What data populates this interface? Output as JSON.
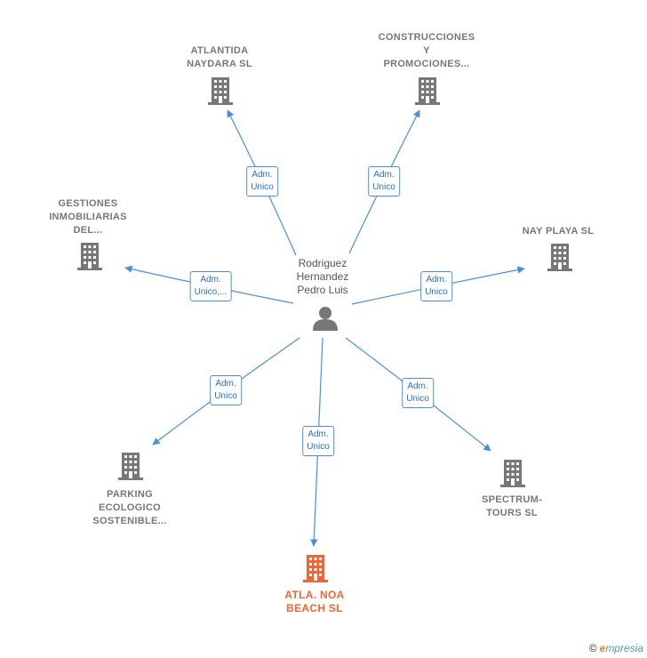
{
  "center": {
    "label": "Rodriguez\nHernandez\nPedro Luis",
    "icon": "person-icon"
  },
  "nodes": [
    {
      "id": "atlantida",
      "label": "ATLANTIDA\nNAYDARA  SL",
      "edge": "Adm.\nUnico",
      "color": "#777777",
      "icon": "building-icon"
    },
    {
      "id": "construcciones",
      "label": "CONSTRUCCIONES\nY\nPROMOCIONES...",
      "edge": "Adm.\nUnico",
      "color": "#777777",
      "icon": "building-icon"
    },
    {
      "id": "gestiones",
      "label": "GESTIONES\nINMOBILIARIAS\nDEL...",
      "edge": "Adm.\nUnico,...",
      "color": "#777777",
      "icon": "building-icon"
    },
    {
      "id": "nayplaya",
      "label": "NAY PLAYA SL",
      "edge": "Adm.\nUnico",
      "color": "#777777",
      "icon": "building-icon"
    },
    {
      "id": "parking",
      "label": "PARKING\nECOLOGICO\nSOSTENIBLE...",
      "edge": "Adm.\nUnico",
      "color": "#777777",
      "icon": "building-icon"
    },
    {
      "id": "atlanoa",
      "label": "ATLA. NOA\nBEACH  SL",
      "edge": "Adm.\nUnico",
      "color": "#ee6633",
      "icon": "building-icon"
    },
    {
      "id": "spectrum",
      "label": "SPECTRUM-\nTOURS SL",
      "edge": "Adm.\nUnico",
      "color": "#777777",
      "icon": "building-icon"
    }
  ],
  "brand": {
    "copyright": "©",
    "name": "mpresia",
    "initial": "e"
  },
  "colors": {
    "edge": "#4a90d9",
    "building": "#777777",
    "focus": "#ee6633"
  }
}
